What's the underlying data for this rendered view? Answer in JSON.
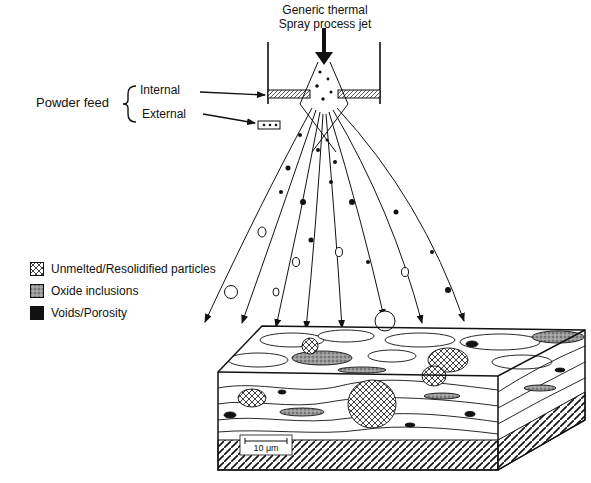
{
  "diagram": {
    "labels": [
      "Generic thermal Spray process jet",
      "Powder feed",
      "Internal",
      "External",
      "10 μm"
    ],
    "legend": [
      {
        "text": "Unmelted/Resolidified particles"
      },
      {
        "text": "Oxide inclusions"
      },
      {
        "text": "Voids/Porosity",
        "color": "#111111"
      }
    ]
  }
}
